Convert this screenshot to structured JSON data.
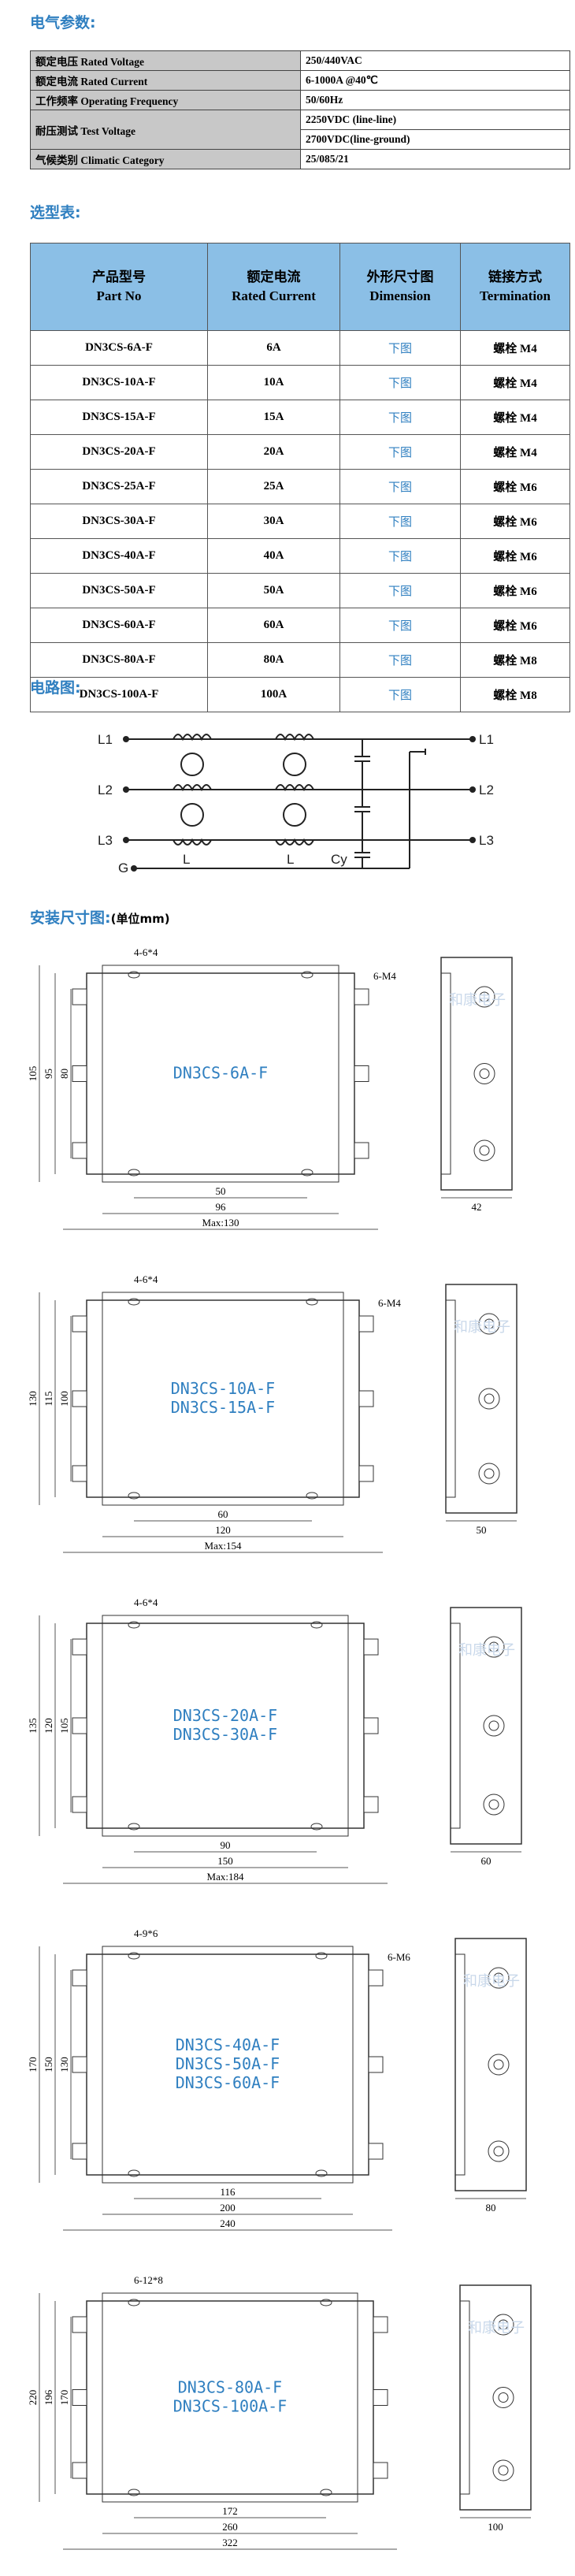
{
  "sections": {
    "params": "电气参数:",
    "selection": "选型表:",
    "circuit": "电路图:",
    "install": "安装尺寸图:",
    "install_unit": "(单位mm)"
  },
  "params": [
    {
      "label": "额定电压 Rated Voltage",
      "value": "250/440VAC"
    },
    {
      "label": "额定电流 Rated Current",
      "value": "6-1000A @40℃"
    },
    {
      "label": "工作频率 Operating Frequency",
      "value": "50/60Hz"
    },
    {
      "label": "耐压测试 Test Voltage",
      "value": "2250VDC (line-line)",
      "value2": "2700VDC(line-ground)"
    },
    {
      "label": "气候类别 Climatic Category",
      "value": "25/085/21"
    }
  ],
  "selection": {
    "headers": [
      {
        "cn": "产品型号",
        "en": "Part No"
      },
      {
        "cn": "额定电流",
        "en": "Rated Current"
      },
      {
        "cn": "外形尺寸图",
        "en": "Dimension"
      },
      {
        "cn": "链接方式",
        "en": "Termination"
      }
    ],
    "rows": [
      [
        "DN3CS-6A-F",
        "6A",
        "下图",
        "螺栓 M4"
      ],
      [
        "DN3CS-10A-F",
        "10A",
        "下图",
        "螺栓 M4"
      ],
      [
        "DN3CS-15A-F",
        "15A",
        "下图",
        "螺栓 M4"
      ],
      [
        "DN3CS-20A-F",
        "20A",
        "下图",
        "螺栓 M4"
      ],
      [
        "DN3CS-25A-F",
        "25A",
        "下图",
        "螺栓 M6"
      ],
      [
        "DN3CS-30A-F",
        "30A",
        "下图",
        "螺栓 M6"
      ],
      [
        "DN3CS-40A-F",
        "40A",
        "下图",
        "螺栓 M6"
      ],
      [
        "DN3CS-50A-F",
        "50A",
        "下图",
        "螺栓 M6"
      ],
      [
        "DN3CS-60A-F",
        "60A",
        "下图",
        "螺栓 M6"
      ],
      [
        "DN3CS-80A-F",
        "80A",
        "下图",
        "螺栓 M8"
      ],
      [
        "DN3CS-100A-F",
        "100A",
        "下图",
        "螺栓 M8"
      ]
    ]
  },
  "circuit": {
    "left": [
      "L1",
      "L2",
      "L3"
    ],
    "right": [
      "L1",
      "L2",
      "L3"
    ],
    "ground": "G",
    "inductor_labels": [
      "L",
      "L"
    ],
    "cy": "Cy"
  },
  "drawings": [
    {
      "models": [
        "DN3CS-6A-F"
      ],
      "holes": "4-6*4",
      "bolt": "6-M4",
      "h_outer": "105",
      "h_mid": "95",
      "h_inner": "80",
      "w_holes": "50",
      "w_body": "96",
      "w_max": "Max:130",
      "depth": "42",
      "watermark": "和康电子"
    },
    {
      "models": [
        "DN3CS-10A-F",
        "DN3CS-15A-F"
      ],
      "holes": "4-6*4",
      "bolt": "6-M4",
      "h_outer": "130",
      "h_mid": "115",
      "h_inner": "100",
      "w_holes": "60",
      "w_body": "120",
      "w_max": "Max:154",
      "depth": "50",
      "watermark": "和康电子"
    },
    {
      "models": [
        "DN3CS-20A-F",
        "DN3CS-30A-F"
      ],
      "holes": "4-6*4",
      "bolt": "",
      "h_outer": "135",
      "h_mid": "120",
      "h_inner": "105",
      "w_holes": "90",
      "w_body": "150",
      "w_max": "Max:184",
      "depth": "60",
      "watermark": "和康电子"
    },
    {
      "models": [
        "DN3CS-40A-F",
        "DN3CS-50A-F",
        "DN3CS-60A-F"
      ],
      "holes": "4-9*6",
      "bolt": "6-M6",
      "h_outer": "170",
      "h_mid": "150",
      "h_inner": "130",
      "w_holes": "116",
      "w_body": "200",
      "w_max": "240",
      "depth": "80",
      "watermark": "和康电子"
    },
    {
      "models": [
        "DN3CS-80A-F",
        "DN3CS-100A-F"
      ],
      "holes": "6-12*8",
      "bolt": "",
      "h_outer": "220",
      "h_mid": "196",
      "h_inner": "170",
      "w_holes": "172",
      "w_body": "260",
      "w_max": "322",
      "depth": "100",
      "watermark": "和康电子"
    }
  ]
}
